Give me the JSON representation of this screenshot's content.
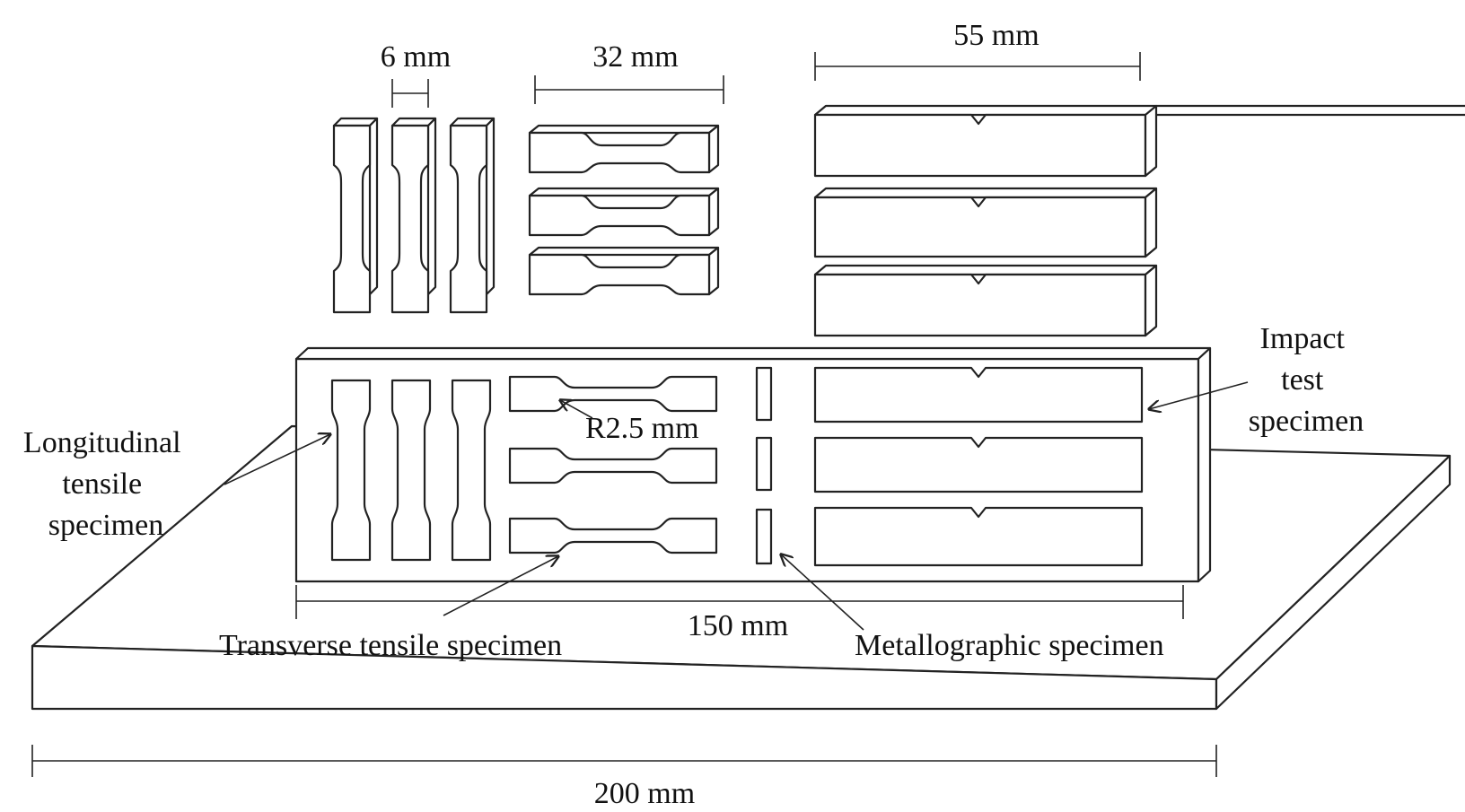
{
  "dimensions": {
    "longitudinal_width": "6 mm",
    "transverse_length": "32 mm",
    "impact_length": "55 mm",
    "block_length": "150 mm",
    "plate_length": "200 mm",
    "fillet_radius": "R2.5 mm"
  },
  "labels": {
    "longitudinal": [
      "Longitudinal",
      "tensile",
      "specimen"
    ],
    "impact": [
      "Impact",
      "test",
      "specimen"
    ],
    "transverse": "Transverse tensile specimen",
    "metallographic": "Metallographic specimen"
  },
  "counts": {
    "longitudinal_specimens": 3,
    "transverse_specimens": 3,
    "impact_specimens": 3,
    "metallographic_specimens": 3
  }
}
